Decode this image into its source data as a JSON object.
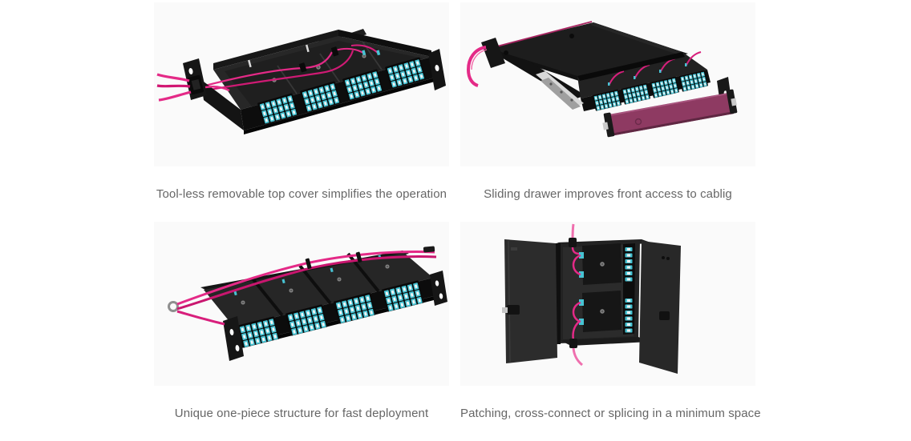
{
  "section": {
    "background": "#ffffff",
    "tile_background": "#fafafa",
    "caption_color": "#666666"
  },
  "features": [
    {
      "caption": "Tool-less removable top cover simplifies the operation",
      "image": "rack-enclosure-with-top-cover-removed"
    },
    {
      "caption": "Sliding drawer improves front access to cablig",
      "image": "enclosure-with-sliding-drawer-extended"
    },
    {
      "caption": "Unique one-piece structure for fast deployment",
      "image": "one-piece-loaded-patch-panel"
    },
    {
      "caption": "Patching, cross-connect or splicing in a minimum space",
      "image": "wall-mount-enclosure-doors-open"
    }
  ],
  "product_colors": {
    "chassis_black": "#1e1e1e",
    "adapter_aqua": "#47c3d3",
    "connector_white": "#f2f2f2",
    "fiber_cable_magenta": "#e42a87",
    "front_panel_maroon": "#8e3a62",
    "slide_rail_silver": "#d6d6d6"
  }
}
